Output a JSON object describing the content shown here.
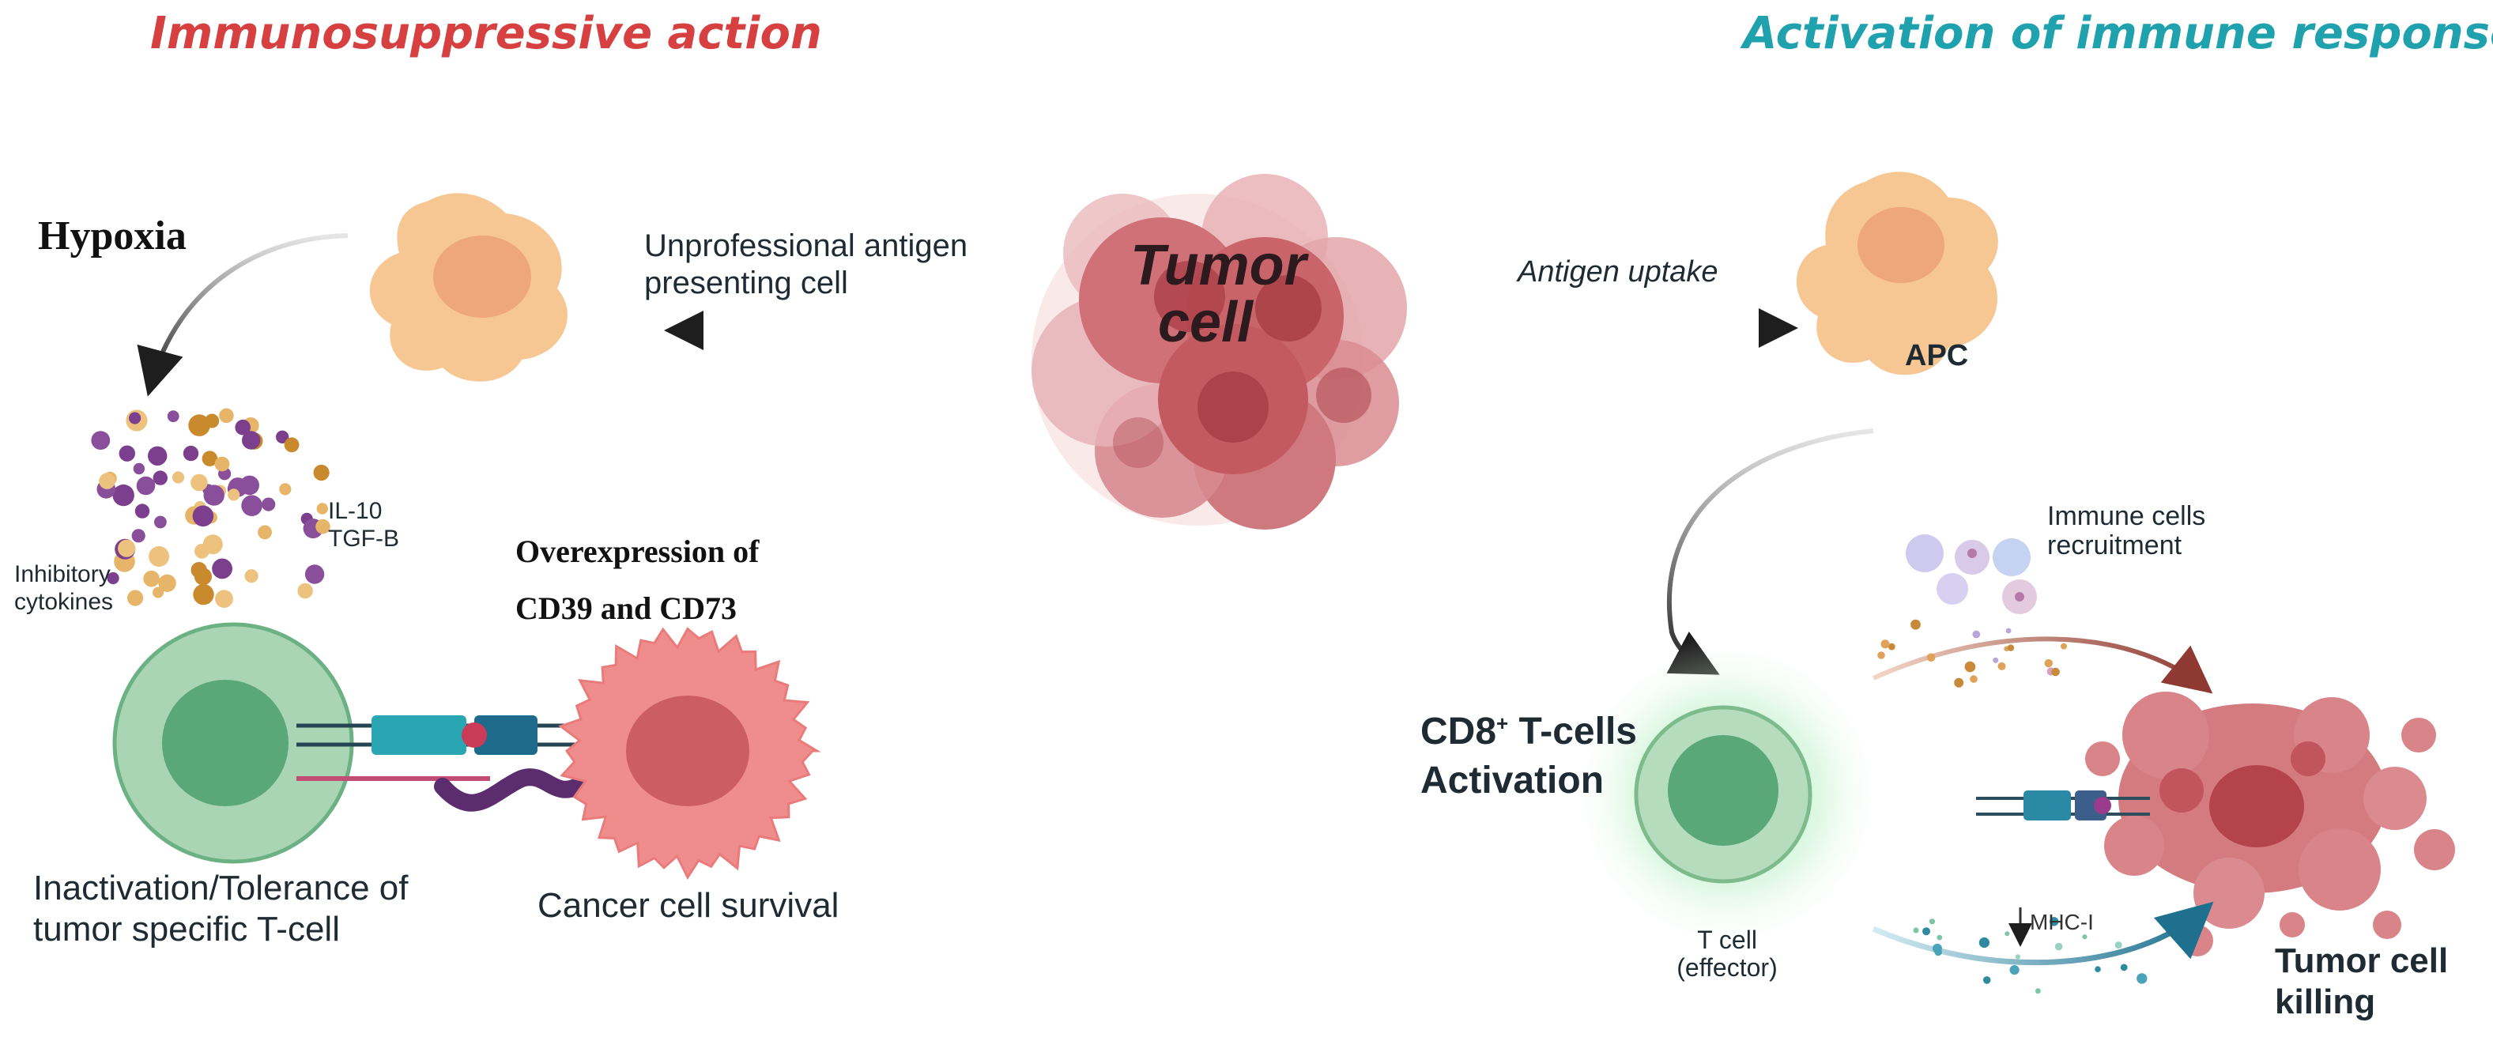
{
  "headings": {
    "left": "Immunosuppressive action",
    "right": "Activation of immune response"
  },
  "colors": {
    "left_heading": "#d64040",
    "right_heading": "#1fa2ae",
    "tumor_cell": "#c9646a",
    "apc_cell": "#f7c793",
    "t_cell": "#5aa877",
    "cancer_cell": "#ef8c8c",
    "text": "#1f2b33"
  },
  "center": {
    "tumor_label": "Tumor\ncell",
    "left_arrow_label": "Unprofessional antigen\npresenting cell",
    "right_arrow_label": "Antigen uptake"
  },
  "left": {
    "hypoxia": "Hypoxia",
    "cytokine_names": "IL-10\nTGF-B",
    "inhibitory_label": "Inhibitory\ncytokines",
    "overexpression": "Overexpression  of\nCD39 and CD73",
    "inactivation": "Inactivation/Tolerance of\ntumor specific T-cell",
    "cancer_survival": "Cancer cell survival"
  },
  "right": {
    "apc_label": "APC",
    "immune_recruitment": "Immune cells\nrecruitment",
    "cd8_prefix": "CD8",
    "cd8_sup": "+",
    "cd8_rest": " T-cells",
    "cd8_line2": "Activation",
    "t_cell_label": "T cell\n(effector)",
    "mhc_label": "MHC-I",
    "tumor_killing": "Tumor cell\nkilling"
  }
}
